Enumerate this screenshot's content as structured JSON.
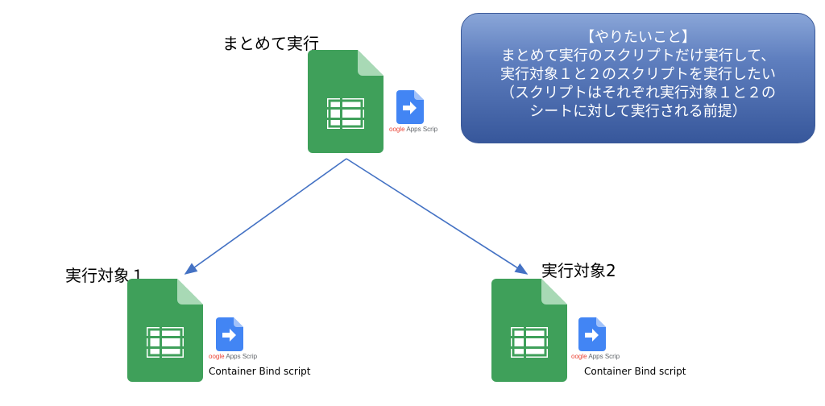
{
  "nodes": {
    "top": {
      "label": "まとめて実行"
    },
    "target1": {
      "label": "実行対象１",
      "caption": "Container Bind script"
    },
    "target2": {
      "label": "実行対象2",
      "caption": "Container Bind script"
    }
  },
  "apps_script_logo": {
    "brand_prefix": "oogle",
    "brand_rest": " Apps Scrip",
    "icon": "apps-script-arrow-icon"
  },
  "callout": {
    "lines": [
      "【やりたいこと】",
      "まとめて実行のスクリプトだけ実行して、",
      "実行対象１と２のスクリプトを実行したい",
      "（スクリプトはそれぞれ実行対象１と２の",
      "シートに対して実行される前提）"
    ]
  },
  "colors": {
    "sheet": "#3fa05a",
    "sheet_fold": "#a8d9b5",
    "apps_script": "#4285f4",
    "arrow": "#4472c4"
  }
}
